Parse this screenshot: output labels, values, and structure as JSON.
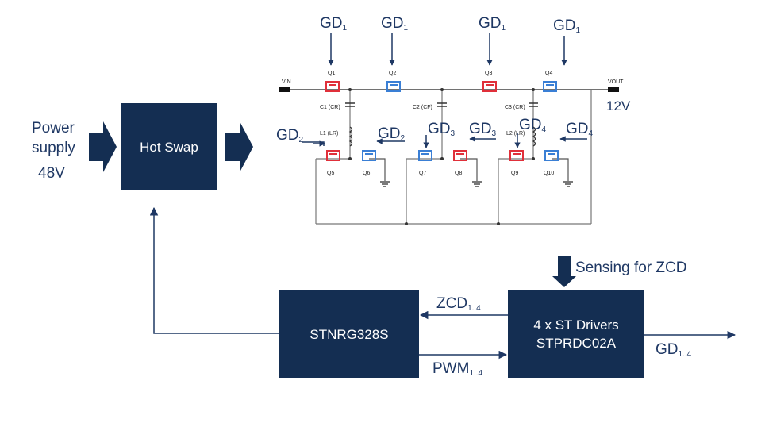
{
  "colors": {
    "block": "#142e52",
    "arrow": "#1f3864",
    "nmos_red": "#e0303a",
    "nmos_blue": "#3a7fd5",
    "wire": "#777777"
  },
  "input": {
    "line1": "Power",
    "line2": "supply",
    "voltage": "48V"
  },
  "hotswap": {
    "label": "Hot Swap"
  },
  "controller": {
    "label": "STNRG328S"
  },
  "drivers": {
    "line1": "4 x ST Drivers",
    "line2": "STPRDC02A"
  },
  "signals": {
    "sensing": "Sensing for ZCD",
    "zcd": "ZCD",
    "zcd_sub": "1..4",
    "pwm": "PWM",
    "pwm_sub": "1..4",
    "gd_out": "GD",
    "gd_out_sub": "1..4"
  },
  "circuit": {
    "vin": "VIN",
    "vout": "VOUT",
    "vout_value": "12V",
    "gate_drive": "GD",
    "top_gd_subs": [
      "1",
      "1",
      "1",
      "1"
    ],
    "bottom_gd_subs": [
      "2",
      "2",
      "3",
      "3",
      "4",
      "4"
    ],
    "transistors": [
      "Q1",
      "Q2",
      "Q3",
      "Q4",
      "Q5",
      "Q6",
      "Q7",
      "Q8",
      "Q9",
      "Q10"
    ],
    "components": [
      "C1 (CR)",
      "L1 (LR)",
      "C2 (CF)",
      "C3 (CR)",
      "L2 (LR)"
    ]
  }
}
